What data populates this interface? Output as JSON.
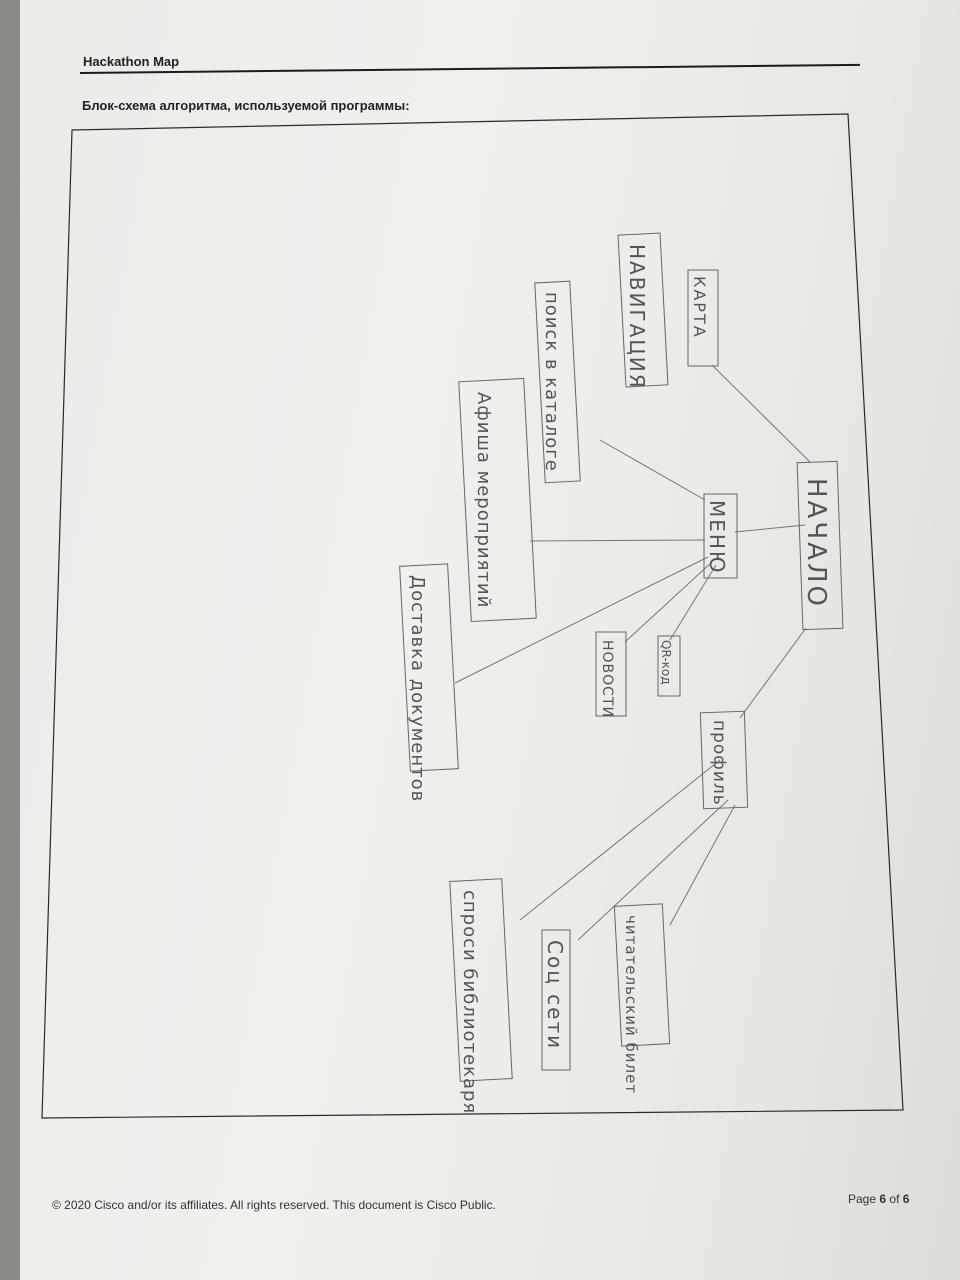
{
  "header": {
    "title": "Hackathon Map",
    "section_label": "Блок-схема алгоритма, используемой программы:"
  },
  "diagram": {
    "nodes": {
      "start": "НАЧАЛО",
      "menu": "МЕНЮ",
      "map": "КАРТА",
      "navigation": "НАВИГАЦИЯ",
      "catalog_search": "поиск в каталоге",
      "events_poster": "Афиша мероприятий",
      "documents_delivery": "Доставка документов",
      "news": "НОВОСТИ",
      "qr": "QR-код",
      "profile": "профиль",
      "social": "Соц сети",
      "library_card": "читательский билет",
      "ask_librarian": "спроси библиотекаря"
    }
  },
  "footer": {
    "copyright": "© 2020 Cisco and/or its affiliates. All rights reserved. This document is Cisco Public.",
    "page_prefix": "Page",
    "page_current": "6",
    "page_of": "of",
    "page_total": "6"
  }
}
